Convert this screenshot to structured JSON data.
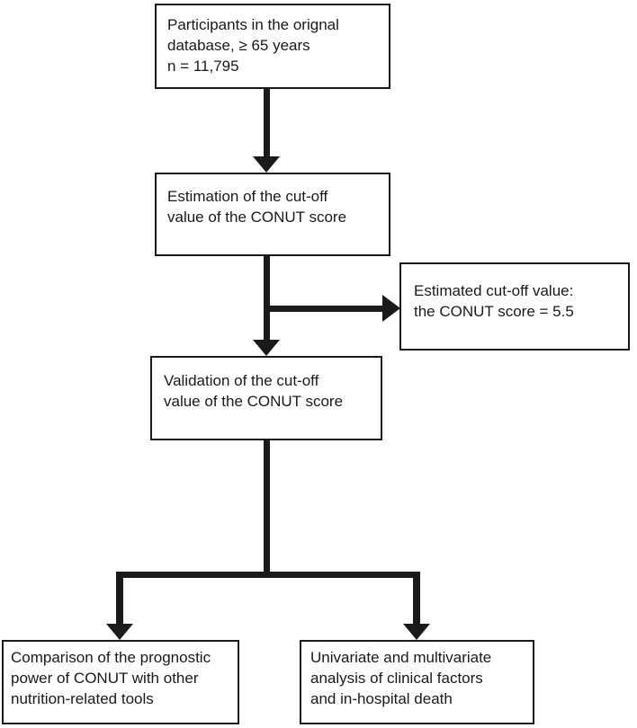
{
  "diagram": {
    "type": "flowchart",
    "background_color": "#ffffff",
    "line_color": "#1a1a1a",
    "nodes": {
      "participants": {
        "lines": [
          "Participants in the orignal",
          "database, ≥ 65 years",
          "n = 11,795"
        ]
      },
      "estimation": {
        "lines": [
          "Estimation of the cut-off",
          "value of the CONUT score"
        ]
      },
      "cutoff": {
        "lines": [
          "Estimated cut-off value:",
          "the CONUT score = 5.5"
        ]
      },
      "validation": {
        "lines": [
          "Validation of the cut-off",
          "value of the CONUT score"
        ]
      },
      "comparison": {
        "lines": [
          "Comparison of the prognostic",
          "power of CONUT with other",
          "nutrition-related tools"
        ]
      },
      "univariate": {
        "lines": [
          "Univariate and multivariate",
          "analysis of clinical factors",
          "and in-hospital death"
        ]
      }
    },
    "edges": [
      "participants -> estimation",
      "estimation -> validation",
      "estimation -> cutoff (side branch)",
      "validation -> comparison",
      "validation -> univariate"
    ]
  }
}
